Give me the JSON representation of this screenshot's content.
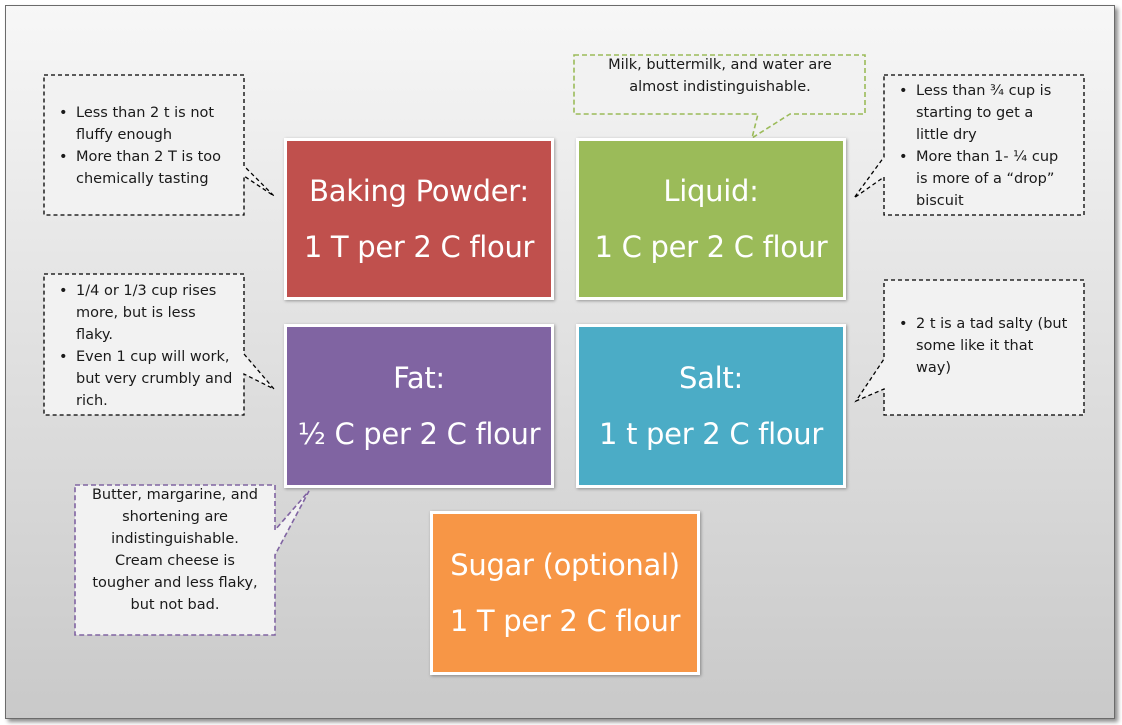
{
  "boxes": {
    "baking_powder": {
      "title": "Baking Powder:",
      "amount": "1 T per 2 C flour",
      "color": "#c0504d"
    },
    "liquid": {
      "title": "Liquid:",
      "amount": "1 C per 2 C flour",
      "color": "#9bbb59"
    },
    "fat": {
      "title": "Fat:",
      "amount": "½ C per 2 C flour",
      "color": "#8064a2"
    },
    "salt": {
      "title": "Salt:",
      "amount": "1 t per 2 C flour",
      "color": "#4bacc6"
    },
    "sugar": {
      "title": "Sugar (optional)",
      "amount": "1 T per 2 C flour",
      "color": "#f79646"
    }
  },
  "callouts": {
    "baking_powder": {
      "items": [
        "Less than 2 t is not fluffy enough",
        "More than 2 T is too chemically tasting"
      ]
    },
    "liquid_top": {
      "lines": [
        "Milk, buttermilk,  and water are",
        "almost indistinguishable."
      ],
      "border_color": "#9bbb59"
    },
    "liquid_right": {
      "items": [
        "Less than ¾ cup is starting to get a little dry",
        "More than 1- ¼ cup is more of a “drop” biscuit"
      ]
    },
    "fat": {
      "items": [
        "1/4 or 1/3 cup rises more, but is less flaky.",
        "Even 1 cup will work, but very crumbly  and rich."
      ]
    },
    "fat_bottom": {
      "lines": [
        "Butter, margarine,  and",
        "shortening are",
        "indistinguishable.",
        "Cream cheese is",
        "tougher and less flaky,",
        "but not bad."
      ],
      "border_color": "#8064a2"
    },
    "salt": {
      "items": [
        "2 t is a tad salty (but some like it that way)"
      ]
    }
  }
}
